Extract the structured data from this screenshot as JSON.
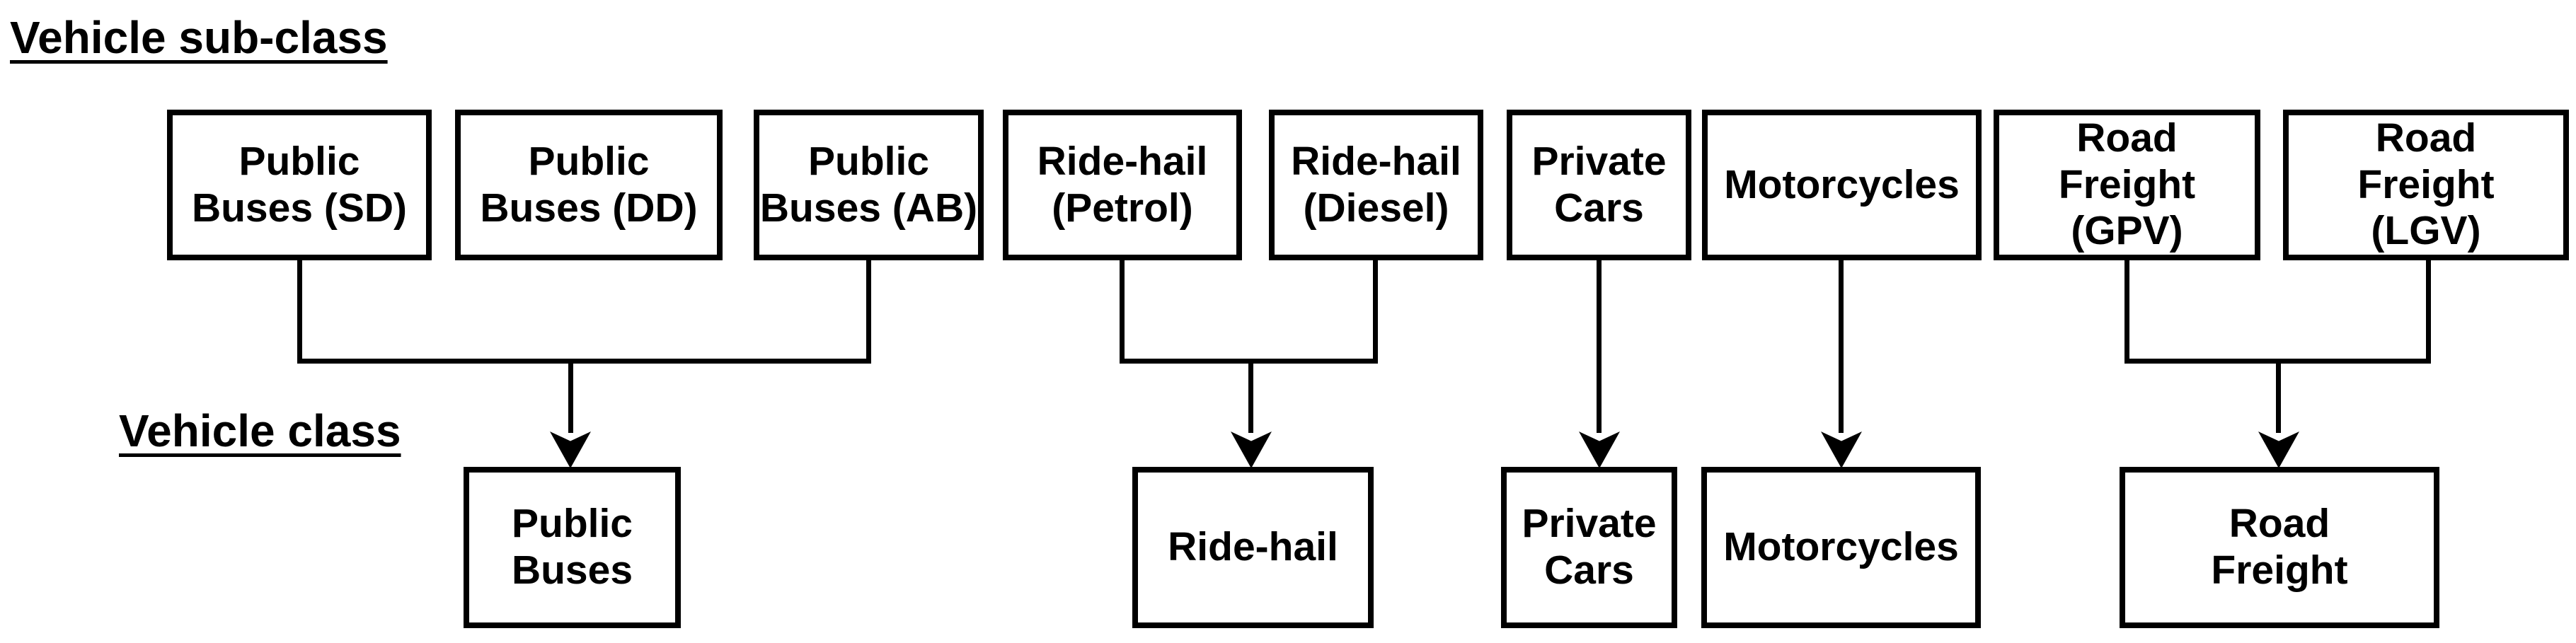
{
  "headings": {
    "subclass": "Vehicle sub-class",
    "class": "Vehicle class"
  },
  "subclass_boxes": [
    {
      "name": "Public Buses (SD)",
      "label": "Public\nBuses (SD)"
    },
    {
      "name": "Public Buses (DD)",
      "label": "Public\nBuses (DD)"
    },
    {
      "name": "Public Buses (AB)",
      "label": "Public\nBuses (AB)"
    },
    {
      "name": "Ride-hail (Petrol)",
      "label": "Ride-hail\n(Petrol)"
    },
    {
      "name": "Ride-hail (Diesel)",
      "label": "Ride-hail\n(Diesel)"
    },
    {
      "name": "Private Cars",
      "label": "Private\nCars"
    },
    {
      "name": "Motorcycles",
      "label": "Motorcycles"
    },
    {
      "name": "Road Freight (GPV)",
      "label": "Road\nFreight\n(GPV)"
    },
    {
      "name": "Road Freight (LGV)",
      "label": "Road\nFreight\n(LGV)"
    }
  ],
  "class_boxes": [
    {
      "name": "Public Buses",
      "label": "Public\nBuses"
    },
    {
      "name": "Ride-hail",
      "label": "Ride-hail"
    },
    {
      "name": "Private Cars",
      "label": "Private\nCars"
    },
    {
      "name": "Motorcycles",
      "label": "Motorcycles"
    },
    {
      "name": "Road Freight",
      "label": "Road\nFreight"
    }
  ],
  "connections": [
    {
      "sources": [
        "Public Buses (SD)",
        "Public Buses (DD)",
        "Public Buses (AB)"
      ],
      "target": "Public Buses"
    },
    {
      "sources": [
        "Ride-hail (Petrol)",
        "Ride-hail (Diesel)"
      ],
      "target": "Ride-hail"
    },
    {
      "sources": [
        "Private Cars"
      ],
      "target": "Private Cars"
    },
    {
      "sources": [
        "Motorcycles"
      ],
      "target": "Motorcycles"
    },
    {
      "sources": [
        "Road Freight (GPV)",
        "Road Freight (LGV)"
      ],
      "target": "Road Freight"
    }
  ],
  "colors": {
    "background": "#ffffff",
    "box_border": "#000000",
    "line": "#000000",
    "text": "#000000"
  }
}
